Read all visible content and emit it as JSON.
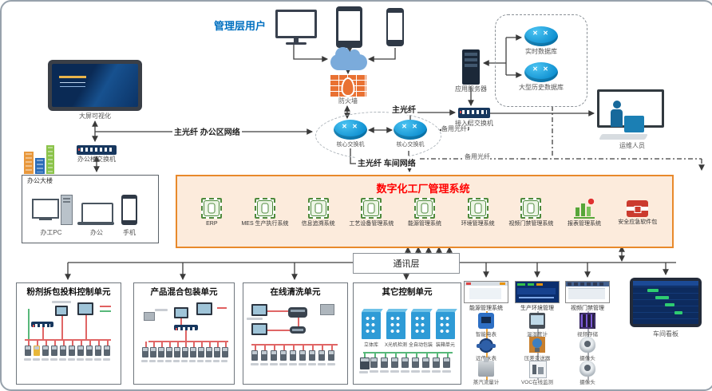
{
  "colors": {
    "accent_orange": "#E8892B",
    "panel_fill": "#FCEBDC",
    "title_red": "#FF0000",
    "label_blue": "#0070C0",
    "cisco_blue": "#14A0DC",
    "chip_green": "#4E8A3C"
  },
  "top": {
    "management_users_label": "管理层用户",
    "firewall_label": "防火墙",
    "realtime_db_label": "实时数据库",
    "history_db_label": "大型历史数据库",
    "app_server_label": "应用服务器",
    "access_switch_label": "接入层交换机",
    "ops_person_label": "运维人员"
  },
  "network": {
    "core_switch_left": "核心交换机",
    "core_switch_right": "核心交换机",
    "main_fiber": "主光纤",
    "main_fiber_office": "主光纤 办公区网络",
    "main_fiber_workshop": "主光纤 车间网络",
    "backup_fiber_upper": "备用光纤",
    "backup_fiber_lower": "备用光纤"
  },
  "office": {
    "big_screen_label": "大屏可视化",
    "office_switch_label": "办公楼交换机",
    "building_box_label": "办公大楼",
    "devices": [
      {
        "label": "办工PC",
        "icon": "desktop-pc"
      },
      {
        "label": "办公",
        "icon": "laptop"
      },
      {
        "label": "手机",
        "icon": "phone"
      }
    ]
  },
  "factory_system": {
    "title": "数字化工厂管理系统",
    "modules": [
      {
        "label": "ERP",
        "icon": "chip"
      },
      {
        "label": "MES 生产执行系统",
        "icon": "chip"
      },
      {
        "label": "信息追溯系统",
        "icon": "chip"
      },
      {
        "label": "工艺设备管理系统",
        "icon": "chip"
      },
      {
        "label": "能源管理系统",
        "icon": "chip"
      },
      {
        "label": "环境管理系统",
        "icon": "chip"
      },
      {
        "label": "视频门禁管理系统",
        "icon": "chip"
      },
      {
        "label": "报表管理系统",
        "icon": "bar-chart"
      },
      {
        "label": "安全应急软件包",
        "icon": "emergency-kit"
      }
    ]
  },
  "comm_layer_label": "通讯层",
  "control_units": [
    {
      "title": "粉剂拆包投料控制单元",
      "style": "topology-a"
    },
    {
      "title": "产品混合包装单元",
      "style": "topology-b"
    },
    {
      "title": "在线清洗单元",
      "style": "topology-c"
    },
    {
      "title": "其它控制单元",
      "style": "cabinets",
      "cabinets": [
        "立体库",
        "X光机检测",
        "全自动包装",
        "装箱单元"
      ]
    }
  ],
  "monitor_columns": [
    {
      "title": "能源管理系统",
      "devices": [
        {
          "label": "智能电表",
          "icon": "power-meter"
        },
        {
          "label": "远传水表",
          "icon": "water-meter"
        },
        {
          "label": "蒸汽流量计",
          "icon": "steam-meter"
        }
      ]
    },
    {
      "title": "生产环境管理",
      "devices": [
        {
          "label": "温湿度计",
          "icon": "thermo-display"
        },
        {
          "label": "压差变送器",
          "icon": "transmitter"
        },
        {
          "label": "VOC在线监测",
          "icon": "voc-station"
        }
      ]
    },
    {
      "title": "视频门禁管理",
      "devices": [
        {
          "label": "视频存储",
          "icon": "server-rack"
        },
        {
          "label": "摄像头",
          "icon": "dome-camera"
        },
        {
          "label": "摄像头",
          "icon": "dome-camera"
        }
      ]
    }
  ],
  "kanban_label": "车间看板"
}
